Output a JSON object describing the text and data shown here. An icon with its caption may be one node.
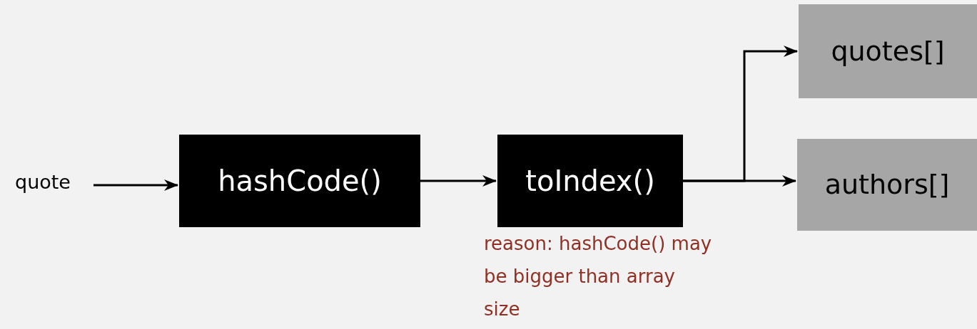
{
  "diagram": {
    "nodes": [
      {
        "text": [
          "quote"
        ]
      },
      {
        "text": [
          "hashCode()"
        ]
      },
      {
        "text": [
          "toIndex()"
        ],
        "beside": [
          "reason: hashCode() may be bigger than array size"
        ]
      },
      {
        "text": [
          "quotes[]"
        ]
      },
      {
        "text": [
          "authors[]"
        ]
      }
    ],
    "edges": [
      {
        "from": 0,
        "to": 1,
        "arrow": "to"
      },
      {
        "from": 1,
        "to": 2,
        "arrow": "to"
      },
      {
        "from": 2,
        "to": 3,
        "arrow": "to"
      },
      {
        "from": 2,
        "to": 4,
        "arrow": "to"
      }
    ]
  }
}
